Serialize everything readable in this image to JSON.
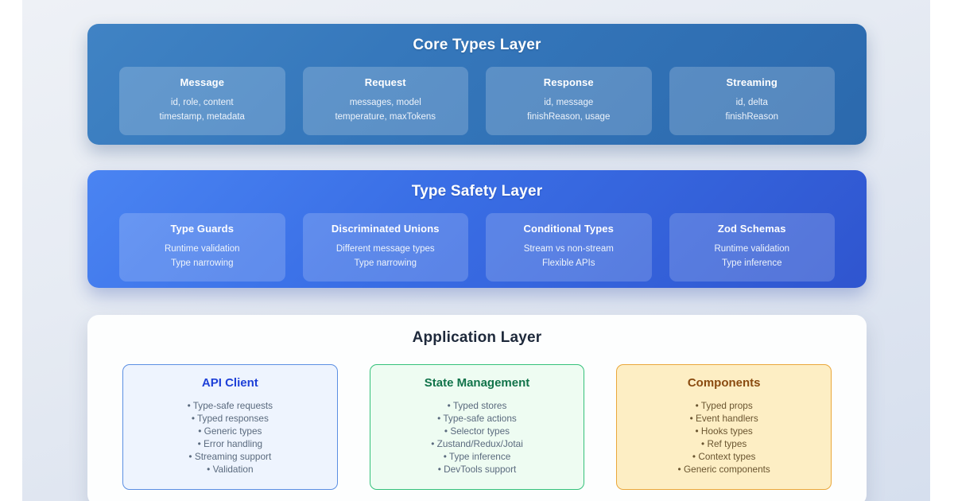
{
  "theme": {
    "page_background": "#e2e8f0",
    "core_layer_color": "#3577bb",
    "safety_layer_color": "#3a6fe6",
    "app_layer_color": "#ffffff",
    "api_client_accent": "#1e40d8",
    "state_management_accent": "#11734a",
    "components_accent": "#8a4b10"
  },
  "layers": [
    {
      "id": "core-types-layer",
      "title": "Core Types Layer",
      "tiles": [
        {
          "title": "Message",
          "lines": [
            "id, role, content",
            "timestamp, metadata"
          ]
        },
        {
          "title": "Request",
          "lines": [
            "messages, model",
            "temperature, maxTokens"
          ]
        },
        {
          "title": "Response",
          "lines": [
            "id, message",
            "finishReason, usage"
          ]
        },
        {
          "title": "Streaming",
          "lines": [
            "id, delta",
            "finishReason"
          ]
        }
      ]
    },
    {
      "id": "type-safety-layer",
      "title": "Type Safety Layer",
      "tiles": [
        {
          "title": "Type Guards",
          "lines": [
            "Runtime validation",
            "Type narrowing"
          ]
        },
        {
          "title": "Discriminated Unions",
          "lines": [
            "Different message types",
            "Type narrowing"
          ]
        },
        {
          "title": "Conditional Types",
          "lines": [
            "Stream vs non-stream",
            "Flexible APIs"
          ]
        },
        {
          "title": "Zod Schemas",
          "lines": [
            "Runtime validation",
            "Type inference"
          ]
        }
      ]
    }
  ],
  "application_layer": {
    "id": "application-layer",
    "title": "Application Layer",
    "cards": [
      {
        "title": "API Client",
        "accent": "blue",
        "items": [
          "• Type-safe requests",
          "• Typed responses",
          "• Generic types",
          "• Error handling",
          "• Streaming support",
          "• Validation"
        ]
      },
      {
        "title": "State Management",
        "accent": "green",
        "items": [
          "• Typed stores",
          "• Type-safe actions",
          "• Selector types",
          "• Zustand/Redux/Jotai",
          "• Type inference",
          "• DevTools support"
        ]
      },
      {
        "title": "Components",
        "accent": "amber",
        "items": [
          "• Typed props",
          "• Event handlers",
          "• Hooks types",
          "• Ref types",
          "• Context types",
          "• Generic components"
        ]
      }
    ]
  }
}
